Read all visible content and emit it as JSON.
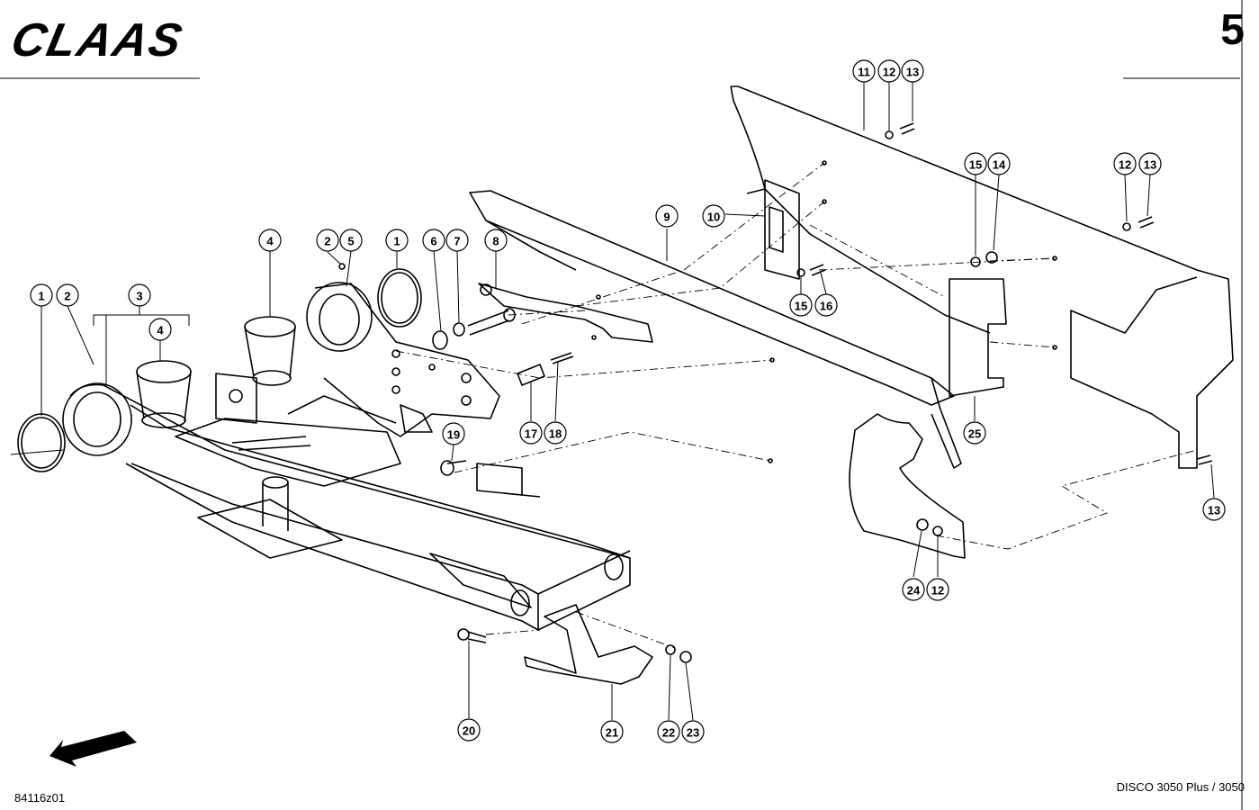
{
  "header": {
    "brand": "CLAAS",
    "page_number": "5"
  },
  "footer": {
    "drawing_id": "84116z01",
    "model": "DISCO 3050 Plus / 3050"
  },
  "callouts": [
    "1",
    "2",
    "3",
    "4",
    "2",
    "5",
    "1",
    "4",
    "6",
    "7",
    "8",
    "9",
    "10",
    "11",
    "12",
    "13",
    "15",
    "14",
    "12",
    "13",
    "15",
    "16",
    "17",
    "18",
    "19",
    "25",
    "13",
    "24",
    "12",
    "20",
    "21",
    "22",
    "23"
  ]
}
